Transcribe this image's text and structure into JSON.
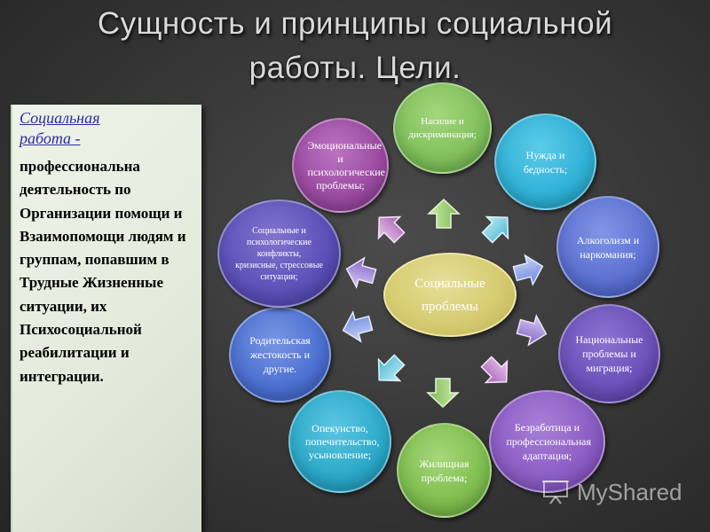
{
  "title": {
    "line1": "Сущность и принципы социальной",
    "line2": "работы. Цели."
  },
  "definition": {
    "term": "Социальная работа -",
    "text": "профессиональна деятельность по Организации помощи и Взаимопомощи людям и группам, попавшим в Трудные Жизненные ситуации, их Психосоциальной реабилитации и интеграции."
  },
  "diagram": {
    "center": "Социальные проблемы",
    "nodes": [
      {
        "id": "violence",
        "label": "Насилие и дискриминация;",
        "color": "#7fbf5a"
      },
      {
        "id": "poverty",
        "label": "Нужда и бедность;",
        "color": "#2fb0d6"
      },
      {
        "id": "alcoholism",
        "label": "Алкоголизм и наркомания;",
        "color": "#5a6fd0"
      },
      {
        "id": "migration",
        "label": "Национальные проблемы и миграция;",
        "color": "#6a4fb8"
      },
      {
        "id": "unemployment",
        "label": "Безработица и профессиональная адаптация;",
        "color": "#8a5cc4"
      },
      {
        "id": "housing",
        "label": "Жилищная проблема;",
        "color": "#7ebd4e"
      },
      {
        "id": "guardianship",
        "label": "Опекунство, попечительство, усыновление;",
        "color": "#2aa8c8"
      },
      {
        "id": "parental",
        "label": "Родительская жестокость и другие.",
        "color": "#4a6fd0"
      },
      {
        "id": "conflicts",
        "label": "Социальные и психологические конфликты, кризисные, стрессовые ситуации;",
        "color": "#5a4fb6"
      },
      {
        "id": "emotional",
        "label": "Эмоциональные и психологические проблемы;",
        "color": "#9a4aa0"
      }
    ]
  },
  "watermark": {
    "text": "MyShared"
  }
}
